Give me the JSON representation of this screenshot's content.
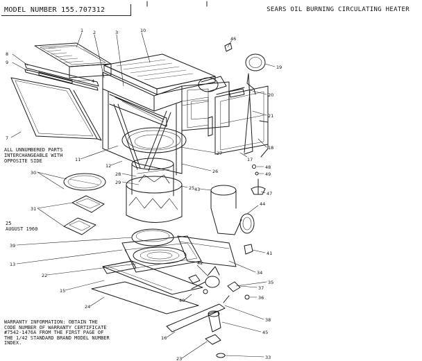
{
  "header": {
    "model_number": "MODEL NUMBER 155.707312",
    "title": "SEARS OIL BURNING CIRCULATING HEATER"
  },
  "notes": {
    "unnumbered_parts": "ALL UNNUMBERED PARTS\nINTERCHANGEABLE WITH\nOPPOSITE SIDE",
    "revision": "25\nAUGUST 1960",
    "warranty": "WARRANTY INFORMATION: OBTAIN THE\nCODE NUMBER OF WARRANTY CERTIFICATE\n#7542-1476A FROM THE FIRST PAGE OF\nTHE 1/42 STANDARD BRAND MODEL NUMBER\nINDEX."
  },
  "callouts": [
    "1",
    "2",
    "3",
    "10",
    "46",
    "19",
    "8",
    "9",
    "4",
    "20",
    "21",
    "7",
    "17",
    "18",
    "11",
    "12",
    "27",
    "26",
    "48",
    "49",
    "30",
    "28",
    "29",
    "25",
    "43",
    "47",
    "44",
    "31",
    "39",
    "41",
    "13",
    "22",
    "34",
    "42",
    "35",
    "37",
    "15",
    "40",
    "36",
    "24",
    "38",
    "45",
    "16",
    "23",
    "33"
  ]
}
